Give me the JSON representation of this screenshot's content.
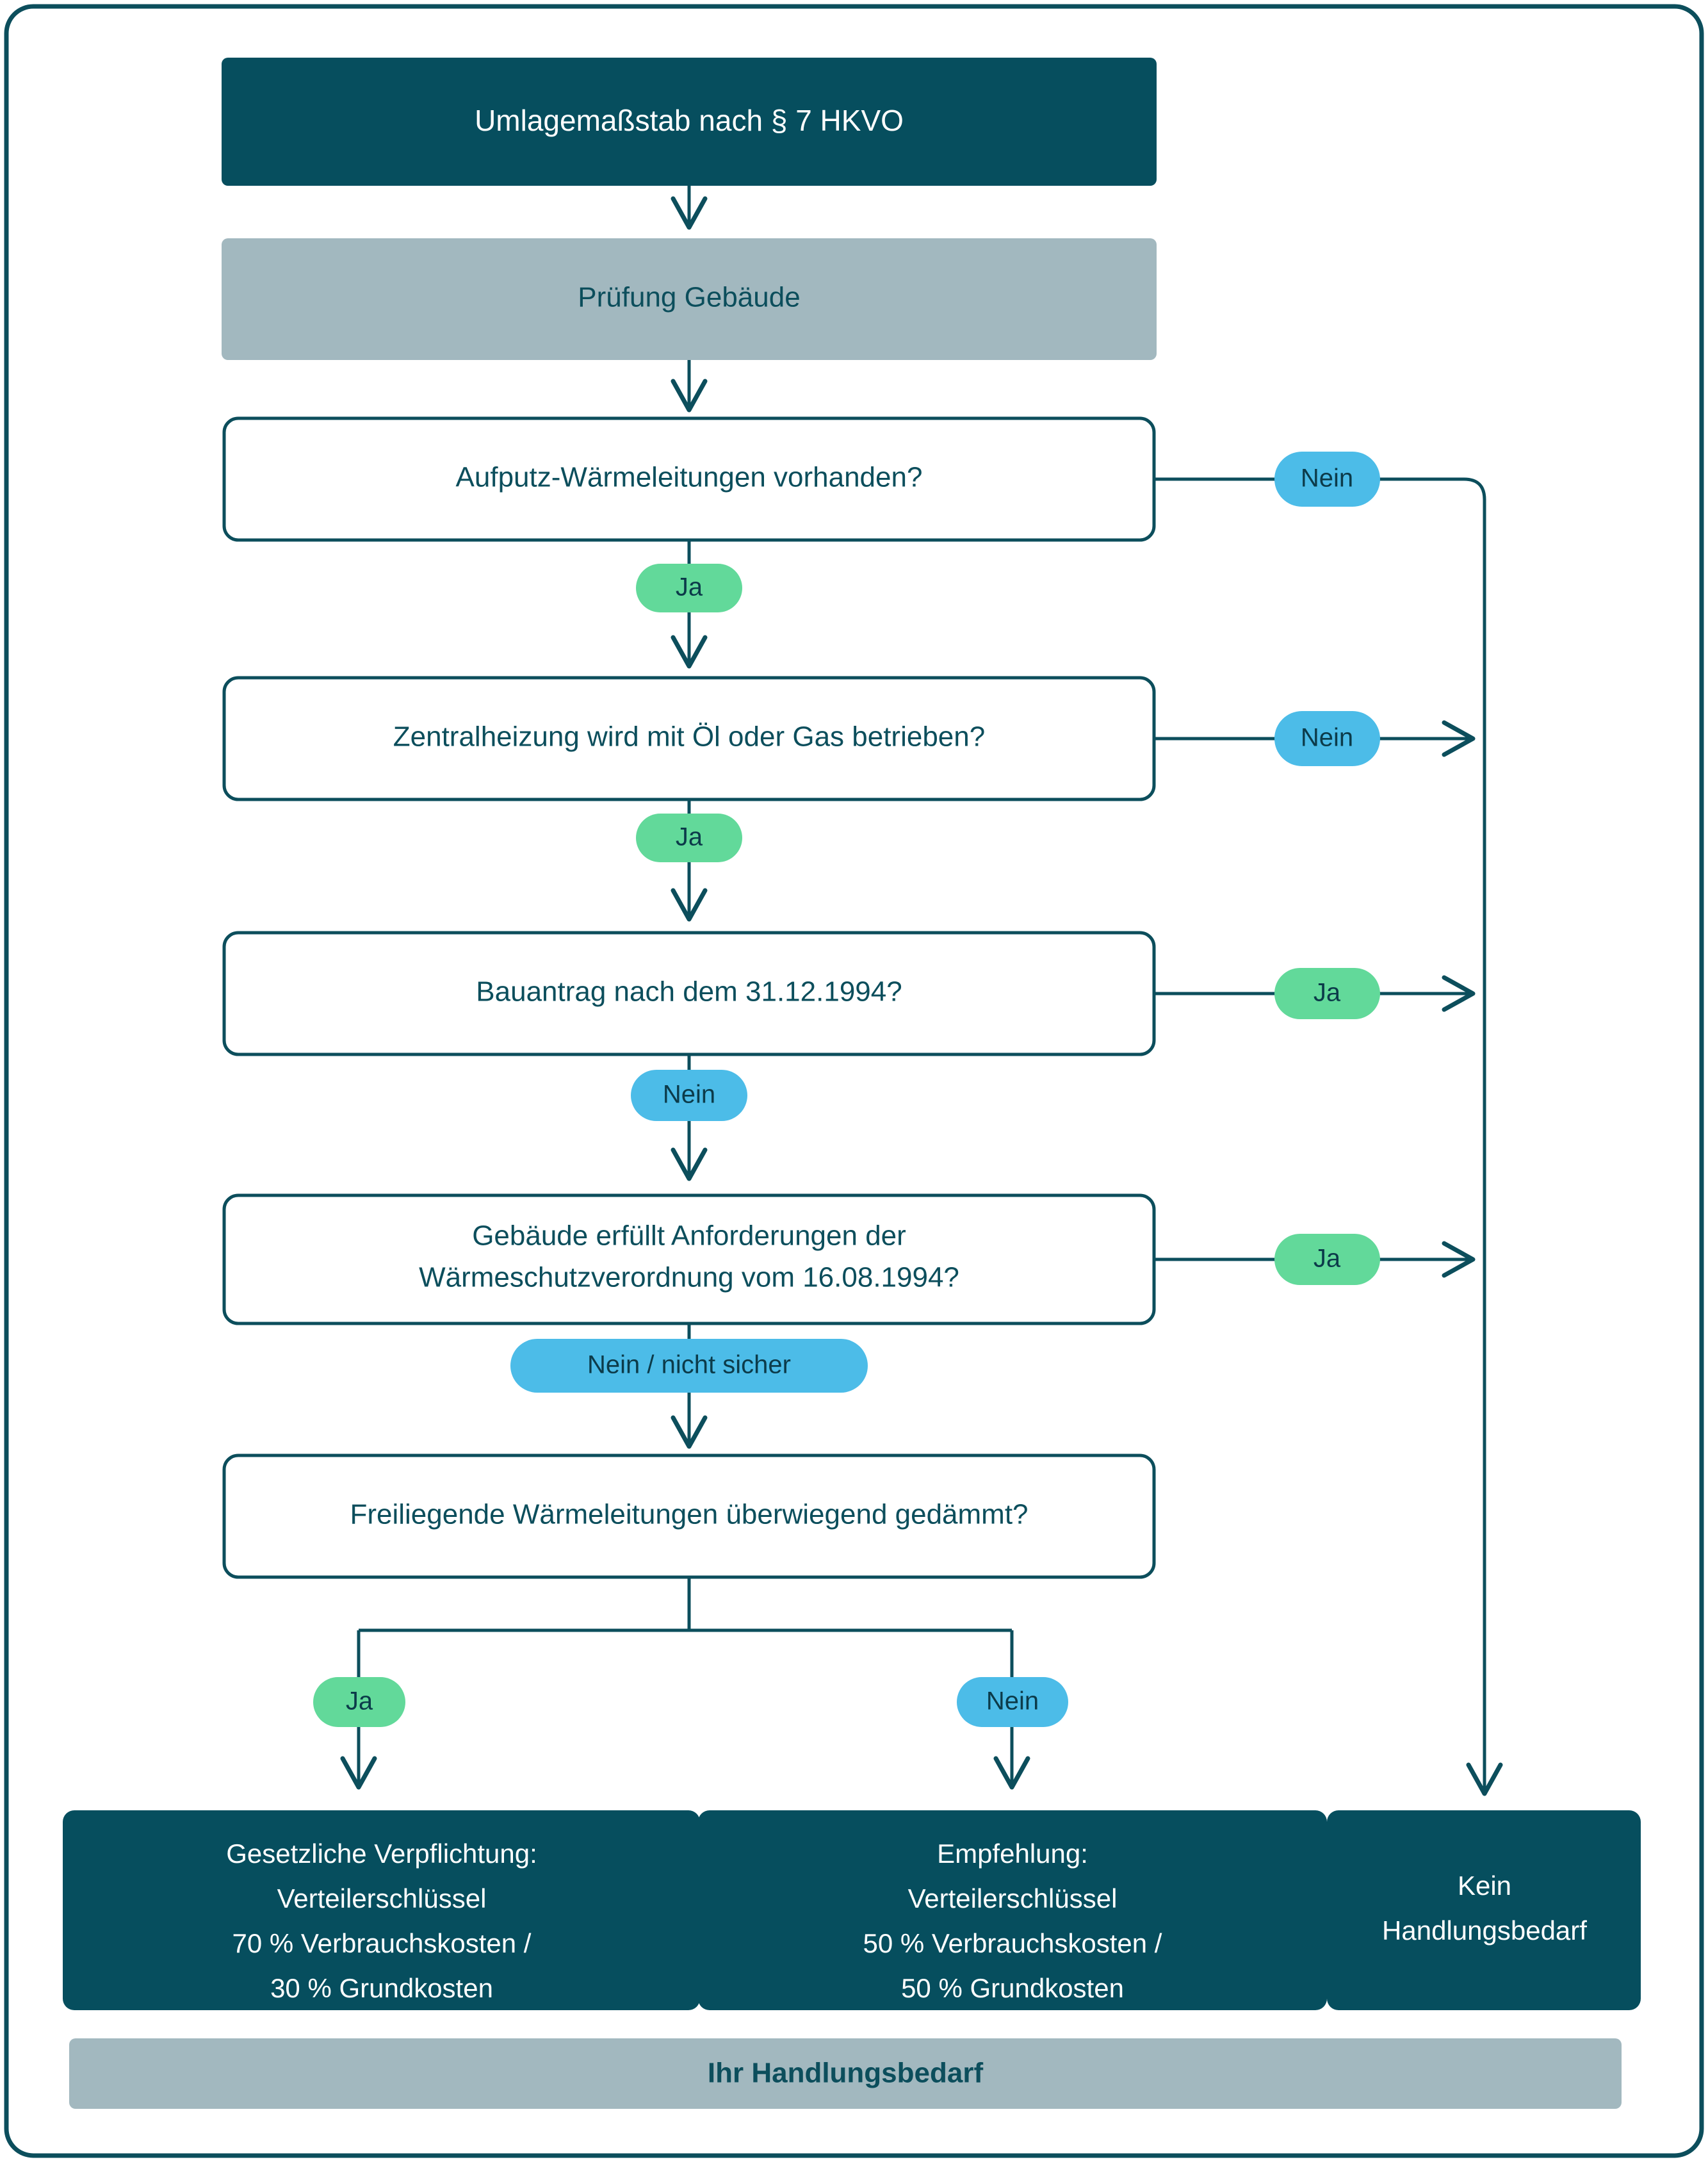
{
  "colors": {
    "dark_teal": "#064E5E",
    "grey_blue": "#A2B8BF",
    "green_badge": "#62D99A",
    "blue_badge": "#4CBCE8",
    "line": "#0C4E5C",
    "text_dark": "#0C4E5C",
    "text_light": "#FFFFFF",
    "page_background": "#FFFFFF"
  },
  "diagram": {
    "title": "Umlagemaßstab nach § 7 HKVO",
    "stage_label": "Prüfung Gebäude",
    "footer_label": "Ihr Handlungsbedarf"
  },
  "decisions": [
    {
      "id": "d1",
      "text": "Aufputz-Wärmeleitungen vorhanden?",
      "yes_label": "Ja",
      "no_label": "Nein"
    },
    {
      "id": "d2",
      "text": "Zentralheizung wird mit Öl oder Gas betrieben?",
      "yes_label": "Ja",
      "no_label": "Nein"
    },
    {
      "id": "d3",
      "text": "Bauantrag nach dem 31.12.1994?",
      "yes_label": "Ja",
      "no_label": "Nein"
    },
    {
      "id": "d4",
      "line1": "Gebäude erfüllt Anforderungen der",
      "line2": "Wärmeschutzverordnung vom 16.08.1994?",
      "yes_label": "Ja",
      "no_label": "Nein / nicht sicher"
    },
    {
      "id": "d5",
      "text": "Freiliegende Wärmeleitungen überwiegend gedämmt?",
      "yes_label": "Ja",
      "no_label": "Nein"
    }
  ],
  "results": [
    {
      "id": "r1",
      "line1": "Gesetzliche Verpflichtung:",
      "line2": "Verteilerschlüssel",
      "line3": "70 % Verbrauchskosten /",
      "line4": "30 % Grundkosten"
    },
    {
      "id": "r2",
      "line1": "Empfehlung:",
      "line2": "Verteilerschlüssel",
      "line3": "50 % Verbrauchskosten /",
      "line4": "50 % Grundkosten"
    },
    {
      "id": "r3",
      "line1": "Kein",
      "line2": "Handlungsbedarf"
    }
  ],
  "chart_data": {
    "type": "diagram",
    "title": "Umlagemaßstab nach § 7 HKVO",
    "nodes": [
      {
        "key": "title",
        "kind": "header",
        "label": "Umlagemaßstab nach § 7 HKVO"
      },
      {
        "key": "stage",
        "kind": "stage",
        "label": "Prüfung Gebäude"
      },
      {
        "key": "d1",
        "kind": "decision",
        "label": "Aufputz-Wärmeleitungen vorhanden?"
      },
      {
        "key": "d2",
        "kind": "decision",
        "label": "Zentralheizung wird mit Öl oder Gas betrieben?"
      },
      {
        "key": "d3",
        "kind": "decision",
        "label": "Bauantrag nach dem 31.12.1994?"
      },
      {
        "key": "d4",
        "kind": "decision",
        "label": "Gebäude erfüllt Anforderungen der Wärmeschutzverordnung vom 16.08.1994?"
      },
      {
        "key": "d5",
        "kind": "decision",
        "label": "Freiliegende Wärmeleitungen überwiegend gedämmt?"
      },
      {
        "key": "r1",
        "kind": "result",
        "label": "Gesetzliche Verpflichtung: Verteilerschlüssel 70 % Verbrauchskosten / 30 % Grundkosten"
      },
      {
        "key": "r2",
        "kind": "result",
        "label": "Empfehlung: Verteilerschlüssel 50 % Verbrauchskosten / 50 % Grundkosten"
      },
      {
        "key": "r3",
        "kind": "result",
        "label": "Kein Handlungsbedarf"
      },
      {
        "key": "footer",
        "kind": "stage",
        "label": "Ihr Handlungsbedarf"
      }
    ],
    "edges": [
      {
        "from": "title",
        "to": "stage",
        "label": ""
      },
      {
        "from": "stage",
        "to": "d1",
        "label": ""
      },
      {
        "from": "d1",
        "to": "d2",
        "label": "Ja"
      },
      {
        "from": "d1",
        "to": "r3",
        "label": "Nein"
      },
      {
        "from": "d2",
        "to": "d3",
        "label": "Ja"
      },
      {
        "from": "d2",
        "to": "r3",
        "label": "Nein"
      },
      {
        "from": "d3",
        "to": "d4",
        "label": "Nein"
      },
      {
        "from": "d3",
        "to": "r3",
        "label": "Ja"
      },
      {
        "from": "d4",
        "to": "d5",
        "label": "Nein / nicht sicher"
      },
      {
        "from": "d4",
        "to": "r3",
        "label": "Ja"
      },
      {
        "from": "d5",
        "to": "r1",
        "label": "Ja"
      },
      {
        "from": "d5",
        "to": "r2",
        "label": "Nein"
      }
    ]
  }
}
